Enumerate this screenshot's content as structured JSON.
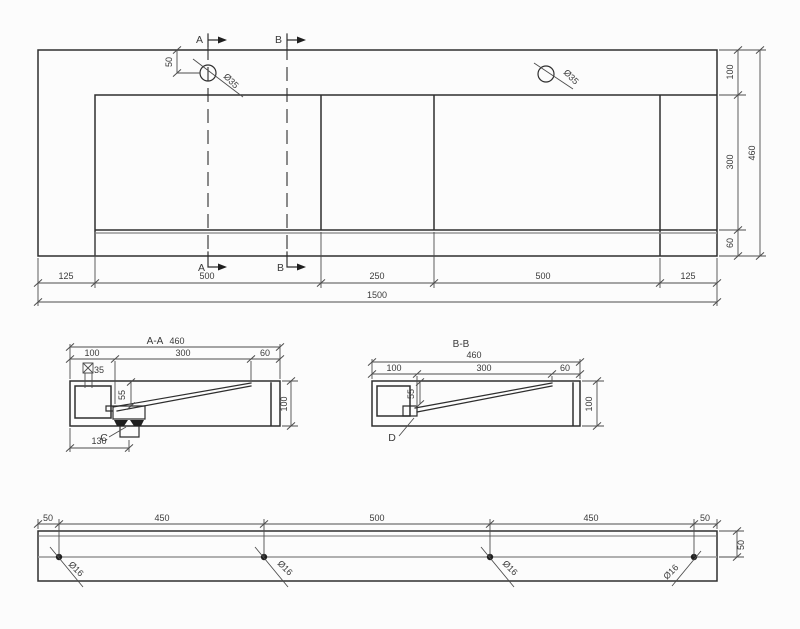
{
  "plan": {
    "section_label_a": "A",
    "section_label_b": "B",
    "hole_left_label": "Ø35",
    "hole_right_label": "Ø35",
    "hole_offset_dim": "50",
    "width_dims": [
      "125",
      "500",
      "250",
      "500",
      "125"
    ],
    "total_width": "1500",
    "height_dims": [
      "100",
      "300",
      "60"
    ],
    "total_height": "460"
  },
  "section_aa": {
    "title": "A-A",
    "total_width_dim": "460",
    "top_dims": [
      "100",
      "300",
      "60"
    ],
    "hole_dim": "35",
    "depth_dim": "55",
    "height_dim": "100",
    "drain_offset_dim": "130",
    "detail_label": "C"
  },
  "section_bb": {
    "title": "B-B",
    "total_width_dim": "460",
    "top_dims": [
      "100",
      "300",
      "60"
    ],
    "depth_dim": "55",
    "height_dim": "100",
    "detail_label": "D"
  },
  "strip": {
    "top_dims": [
      "50",
      "450",
      "500",
      "450",
      "50"
    ],
    "height_dim": "50",
    "hole_labels": [
      "Ø16",
      "Ø16",
      "Ø16",
      "Ø16"
    ]
  },
  "colors": {
    "object_line": "#2e2e2e",
    "dim_line": "#4d4d4d",
    "light_line": "#979797",
    "text": "#3a3a3a",
    "background": "#fcfcfc"
  }
}
